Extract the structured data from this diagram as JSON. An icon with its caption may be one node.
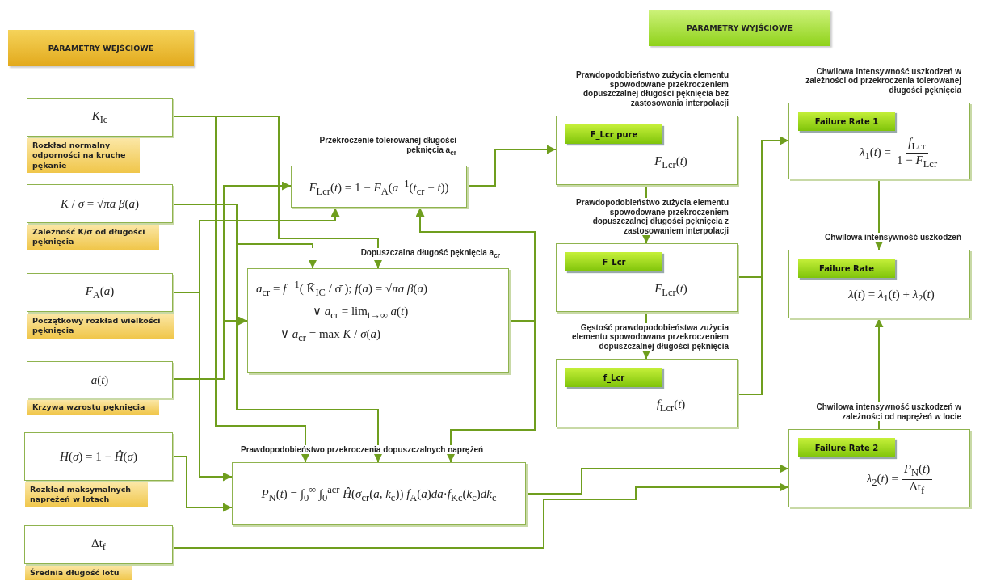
{
  "diagram": {
    "nodes": [
      {
        "text": [
          "PARAMETRY WEJŚCIOWE"
        ]
      },
      {
        "text": [
          "PARAMETRY WYJŚCIOWE"
        ]
      },
      {
        "text": [
          "*K*$_{Ic}$"
        ],
        "beside": [
          "Rozkład normalny odporności na kruche pękanie"
        ]
      },
      {
        "text": [
          "*K* / *σ* = √*πa* *β*(*a*)"
        ],
        "beside": [
          "Zależność K/σ od długości pęknięcia"
        ]
      },
      {
        "text": [
          "*F*$_{A}$(*a*)"
        ],
        "beside": [
          "Początkowy rozkład wielkości pęknięcia"
        ]
      },
      {
        "text": [
          "*a*(*t*)"
        ],
        "beside": [
          "Krzywa wzrostu pęknięcia"
        ]
      },
      {
        "text": [
          "*H*(*σ*) = 1 − *Ĥ*(*σ*)"
        ],
        "beside": [
          "Rozkład maksymalnych naprężeń w lotach"
        ]
      },
      {
        "text": [
          "Δt$_{f}$"
        ],
        "beside": [
          "Średnia długość lotu"
        ]
      },
      {
        "text": [
          "Przekroczenie tolerowanej długości pęknięcia a$_{cr}$",
          "*F*$_{Lcr}$(*t*) = 1 − *F*$_{A}$(*a*$^{−1}$(*t*$_{cr}$ − *t*))"
        ]
      },
      {
        "text": [
          "Dopuszczalna długość pęknięcia a$_{cr}$",
          "*a*$_{cr}$ = *f*$^{ −1}$( K̄$_{IC}$ / σ̄ ); *f*(*a*) = √*πa* *β*(*a*)",
          "∨   *a*$_{cr}$ = lim$_{t→∞}$ *a*(*t*)",
          "∨   *a*$_{cr}$ = max *K* / *σ*(*a*)"
        ]
      },
      {
        "text": [
          "Prawdopodobieństwo przekroczenia dopuszczalnych naprężeń",
          "*P*$_{N}$(*t*) = ∫$_{0}$$^{∞}$ ∫$_{0}$$^{acr}$ *Ĥ*(*σ*$_{cr}$(*a*, *k*$_{c}$)) *f*$_{A}$(*a*)*da*·*f*$_{Kc}$(*k*$_{c}$)*dk*$_{c}$"
        ]
      },
      {
        "text": [
          "Prawdopodobieństwo zużycia elementu spowodowane przekroczeniem dopuszczalnej długości pęknięcia bez zastosowania interpolacji",
          "*F*$_{Lcr}$(*t*)"
        ]
      },
      {
        "text": [
          "F_Lcr pure"
        ],
        "in": 11
      },
      {
        "text": [
          "Prawdopodobieństwo zużycia elementu spowodowane przekroczeniem dopuszczalnej długości pęknięcia z zastosowaniem interpolacji",
          "*F*$_{Lcr}$(*t*)"
        ]
      },
      {
        "text": [
          "F_Lcr"
        ],
        "in": 13
      },
      {
        "text": [
          "Gęstość prawdopodobieństwa zużycia elementu spowodowana przekroczeniem dopuszczalnej długości pęknięcia",
          "*f*$_{Lcr}$(*t*)"
        ]
      },
      {
        "text": [
          "f_Lcr"
        ],
        "in": 15
      },
      {
        "text": [
          "Chwilowa intensywność uszkodzeń w zależności od przekroczenia tolerowanej długości pęknięcia",
          "*λ*$_{1}$(*t*) =",
          "*f*$_{Lcr}$",
          "1 − *F*$_{Lcr}$"
        ]
      },
      {
        "text": [
          "Failure Rate 1"
        ],
        "in": 17
      },
      {
        "text": [
          "Chwilowa intensywność uszkodzeń",
          "*λ*(*t*) = *λ*$_{1}$(*t*) + *λ*$_{2}$(*t*)"
        ]
      },
      {
        "text": [
          "Failure Rate"
        ],
        "in": 19
      },
      {
        "text": [
          "Chwilowa intensywność uszkodzeń w zależności od naprężeń w locie",
          "*λ*$_{2}$(*t*) =",
          "*P*$_{N}$(*t*)",
          "Δt$_{f}$"
        ]
      },
      {
        "text": [
          "Failure Rate 2"
        ],
        "in": 21
      }
    ],
    "edges": [
      {
        "from": 2,
        "to": 9,
        "arrow": "to"
      },
      {
        "from": 2,
        "to": 10,
        "arrow": "to"
      },
      {
        "from": 3,
        "to": 9,
        "arrow": "to"
      },
      {
        "from": 3,
        "to": 10,
        "arrow": "to"
      },
      {
        "from": 4,
        "to": 8,
        "arrow": "to"
      },
      {
        "from": 4,
        "to": 10,
        "arrow": "to"
      },
      {
        "from": 5,
        "to": 8,
        "arrow": "to"
      },
      {
        "from": 5,
        "to": 9,
        "arrow": "to"
      },
      {
        "from": 6,
        "to": 10,
        "arrow": "to"
      },
      {
        "from": 7,
        "to": 21,
        "arrow": "to"
      },
      {
        "from": 10,
        "to": 21,
        "arrow": "to"
      },
      {
        "from": 9,
        "to": 8,
        "arrow": "to"
      },
      {
        "from": 9,
        "to": 10,
        "arrow": "to"
      },
      {
        "from": 8,
        "to": 11,
        "arrow": "to"
      },
      {
        "from": 11,
        "to": 13,
        "arrow": "to"
      },
      {
        "from": 13,
        "to": 15,
        "arrow": "to"
      },
      {
        "from": 13,
        "to": 17,
        "arrow": "to"
      },
      {
        "from": 15,
        "to": 17,
        "arrow": "to"
      },
      {
        "from": 17,
        "to": 19,
        "arrow": "to"
      },
      {
        "from": 21,
        "to": 19,
        "arrow": "to"
      }
    ]
  }
}
